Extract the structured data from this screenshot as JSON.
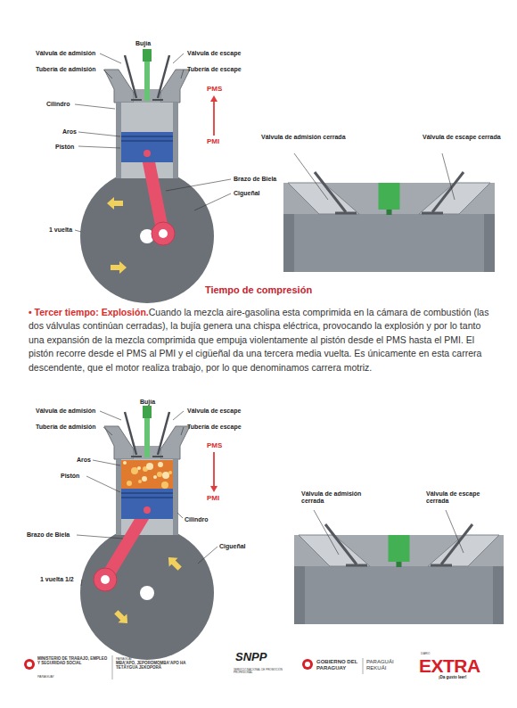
{
  "diagram": {
    "caption": "Tiempo de compresión",
    "labels": [
      "Bujía",
      "Válvula de admisión",
      "Válvula de escape",
      "Tubería de admisión",
      "Tubería de escape",
      "PMS",
      "PMI",
      "Cilindro",
      "Aros",
      "Pistón",
      "Brazo de Biela",
      "Cigueñal",
      "1 vuelta",
      "Válvula de admisión cerrada",
      "Válvula de escape cerrada",
      "• Tercer tiempo: Explosión.",
      "Cuando la mezcla aire-gasolina esta comprimida en la cámara de combustión (las dos válvulas continúan cerradas), la bujía genera una chispa eléctrica, provocando la explosión y por lo tanto una expansión de la mezcla comprimida que empuja violentamente al pistón desde el PMS hasta el PMI. El pistón recorre desde el PMS al PMI y el cigüeñal da una tercera media vuelta. Es únicamente en esta carrera descendente, que el motor realiza trabajo, por lo que denominamos carrera motriz.",
      "Bujía",
      "Válvula de admisión",
      "Válvula de escape",
      "Tubería de admisión",
      "Tubería de escape",
      "PMS",
      "PMI",
      "Aros",
      "Pistón",
      "Cilindro",
      "Brazo de Biela",
      "Cigueñal",
      "1 vuelta 1/2",
      "Válvula de admisión cerrada",
      "Válvula de escape cerrada",
      "MINISTERIO DE TRABAJO, EMPLEO Y SEGURIDAD SOCIAL",
      "PARAGUAY",
      "PARAGUÁI",
      "MBA'APO, JEPOROMOMBA'APO HA TETÃYGUA JEKOPORÃ",
      "SNPP",
      "SERVICIO NACIONAL DE PROMOCIÓN PROFESIONAL",
      "GOBIERNO DEL PARAGUAY",
      "PARAGUÁI REKUÁI",
      "DIARIO",
      "EXTRA",
      "¡Da gusto leer!"
    ]
  }
}
